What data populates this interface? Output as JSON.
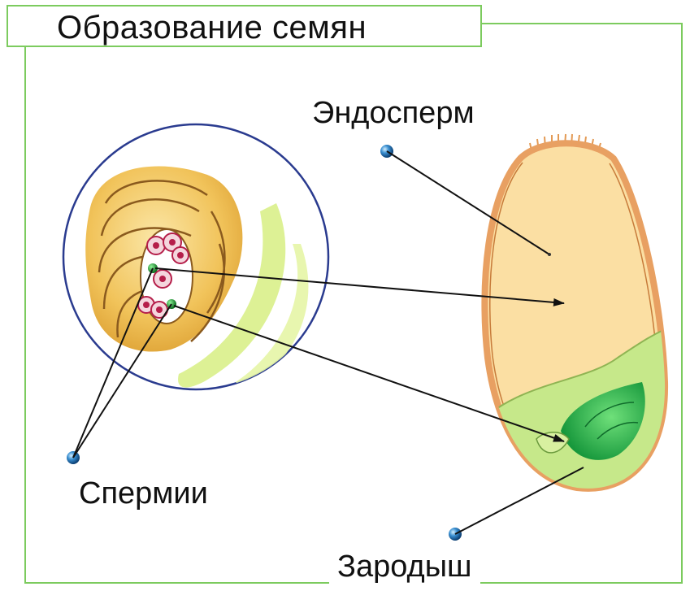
{
  "title": "Образование семян",
  "labels": {
    "endosperm": "Эндосперм",
    "spermia": "Спермии",
    "embryo": "Зародыш"
  },
  "colors": {
    "frame": "#7ccb5e",
    "seed_coat": "#e8a062",
    "endosperm_fill": "#fbdfa3",
    "embryo_fill": "#c6e88a",
    "embryo_core": "#1fb14a",
    "ovule_fill": "#f1c35a",
    "pointer_dot": "#3a8fd1"
  }
}
